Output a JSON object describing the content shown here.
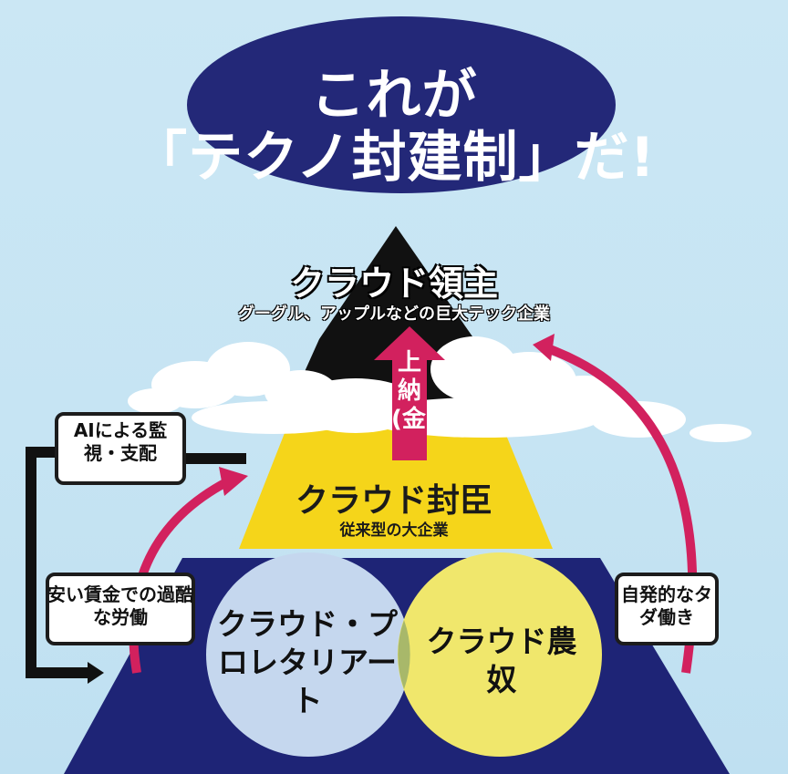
{
  "title": {
    "line1": "これが",
    "line2": "「テクノ封建制」だ!"
  },
  "tiers": {
    "lord": {
      "title": "クラウド領主",
      "subtitle": "グーグル、アップルなどの巨大テック企業"
    },
    "tribute": "上納(金)",
    "vassal": {
      "title": "クラウド封臣",
      "subtitle": "従来型の大企業"
    },
    "proletariat": "クラウド・プロレタリアート",
    "serf": "クラウド農奴"
  },
  "labels": {
    "ai_surveillance": "AIによる監視・支配",
    "cheap_wages": "安い賃金での過酷な労働",
    "free_work": "自発的なタダ働き"
  },
  "colors": {
    "navy": "#1e2476",
    "title_ellipse": "#232878",
    "lord_black": "#111111",
    "vassal_yellow": "#f5d51a",
    "prole_blue": "#c5d7ee",
    "serf_yellow": "#f0e76c",
    "overlap_green": "#a8b86a",
    "arrow_red": "#d2215e",
    "box_border": "#1c1c1c"
  }
}
